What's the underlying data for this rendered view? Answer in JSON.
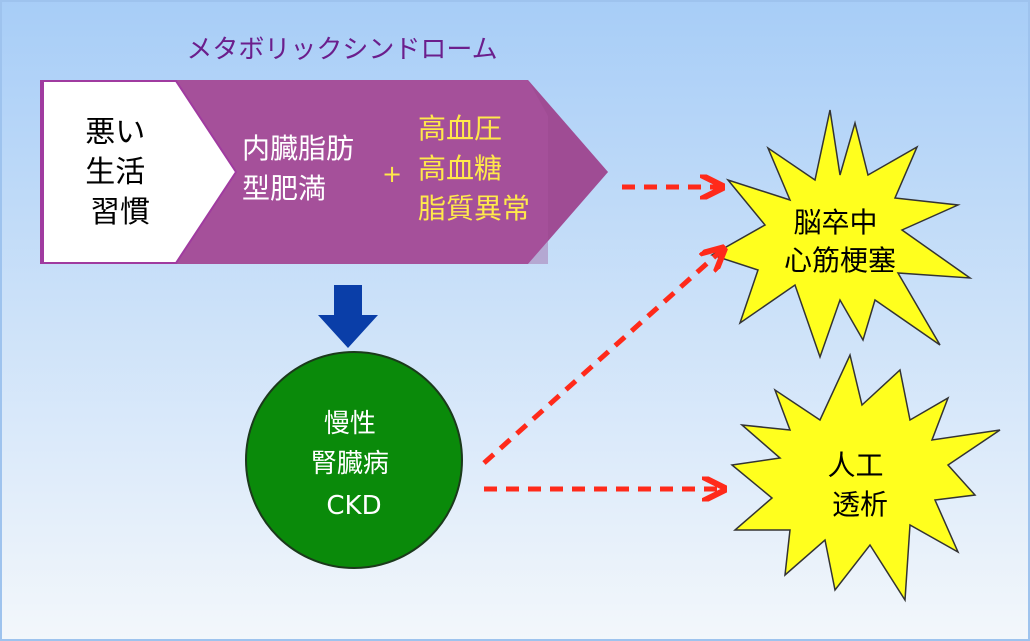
{
  "title": "メタボリックシンドローム",
  "cause_lines": [
    "悪い",
    "生活",
    "習慣"
  ],
  "visceral_fat_lines": [
    "内臓脂肪",
    "型肥満"
  ],
  "plus": "+",
  "risk_factors": [
    "高血圧",
    "高血糖",
    "脂質異常"
  ],
  "ckd_lines": [
    "慢性",
    "腎臓病",
    "CKD"
  ],
  "outcome_cardio_lines": [
    "脳卒中",
    "心筋梗塞"
  ],
  "outcome_dialysis_lines": [
    "人工",
    "透析"
  ],
  "colors": {
    "title": "#6b1e8c",
    "arrow_band": "#a5509a",
    "box_border": "#a03ba0",
    "risk_text": "#ffe94a",
    "ckd_circle": "#0a8a0a",
    "down_arrow": "#0a3ea8",
    "dashed_arrow": "#ff2a1a",
    "burst_fill": "#ffff1e"
  }
}
